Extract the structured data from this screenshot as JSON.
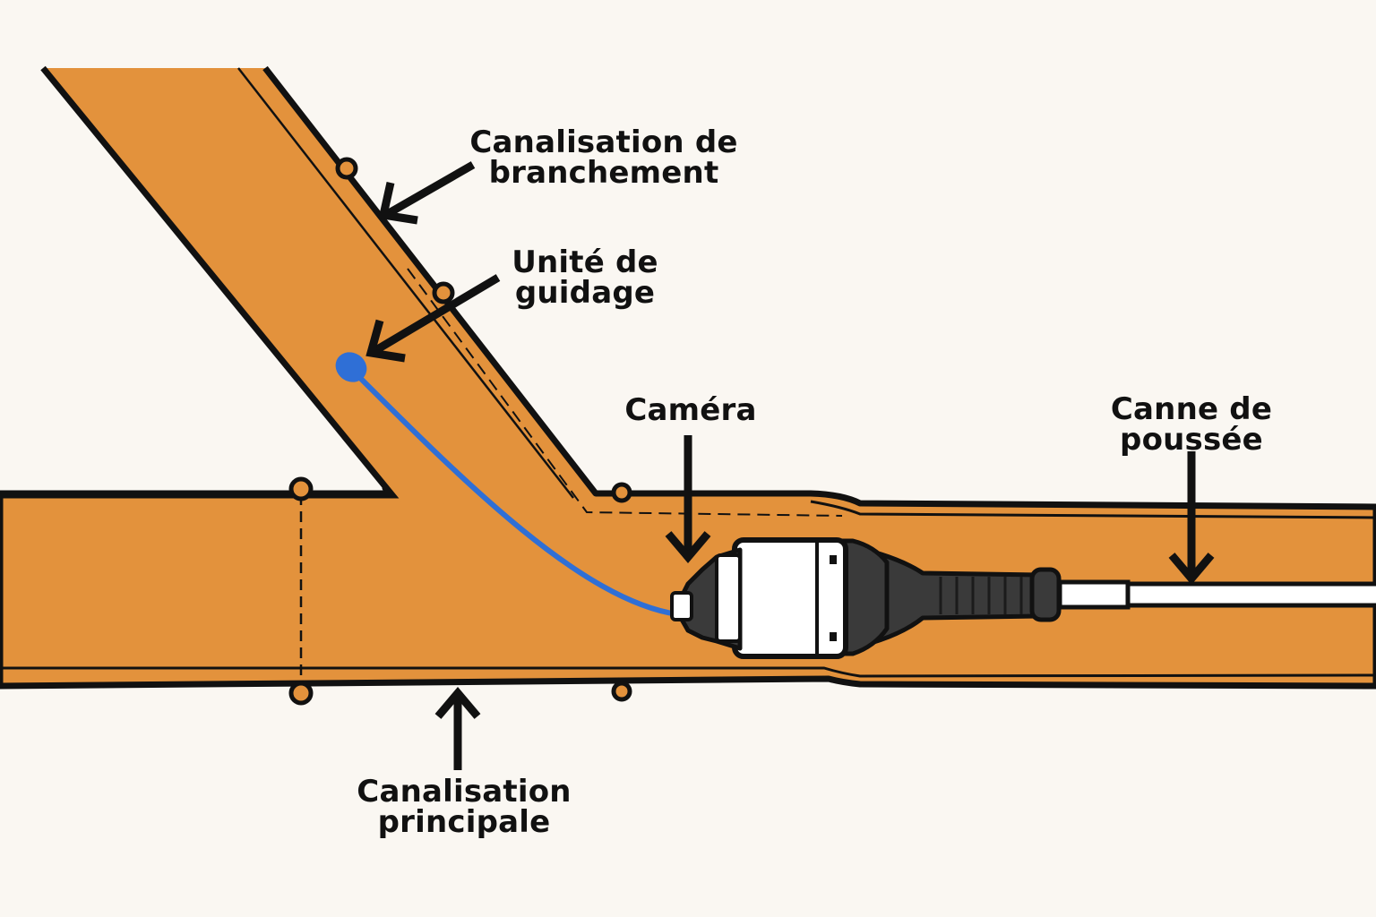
{
  "colors": {
    "background": "#faf7f2",
    "pipe_fill": "#e3923c",
    "outline": "#111111",
    "guide_cable": "#2f6fd6",
    "camera_body": "#ffffff",
    "camera_grip": "#3a3a3a"
  },
  "labels": {
    "branch_pipe": {
      "line1": "Canalisation de",
      "line2": "branchement"
    },
    "guide_unit": {
      "line1": "Unité de",
      "line2": "guidage"
    },
    "camera": {
      "line1": "Caméra"
    },
    "push_rod": {
      "line1": "Canne de",
      "line2": "poussée"
    },
    "main_pipe": {
      "line1": "Canalisation",
      "line2": "principale"
    }
  },
  "icons": {
    "arrows": "black-arrow-icon",
    "camera": "inspection-camera-icon",
    "sonde": "locator-sonde-icon"
  }
}
